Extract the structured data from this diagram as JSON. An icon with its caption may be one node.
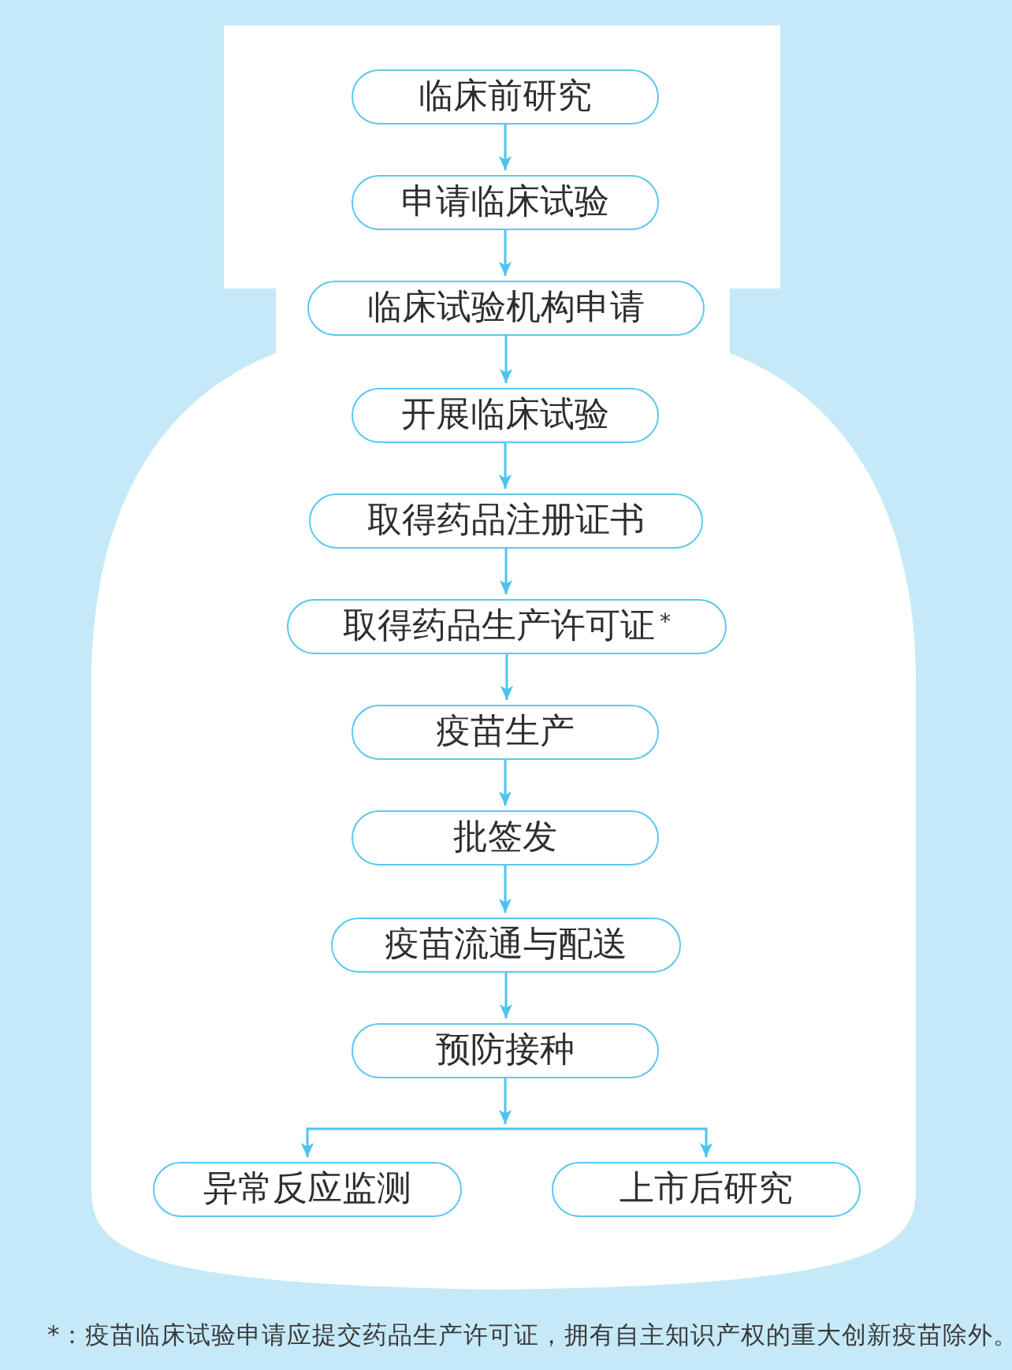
{
  "diagram": {
    "nodes": [
      {
        "text": [
          "临床前研究"
        ]
      },
      {
        "text": [
          "申请临床试验"
        ]
      },
      {
        "text": [
          "临床试验机构申请"
        ]
      },
      {
        "text": [
          "开展临床试验"
        ]
      },
      {
        "text": [
          "取得药品注册证书"
        ]
      },
      {
        "text": [
          "取得药品生产许可证$^{*}$"
        ]
      },
      {
        "text": [
          "疫苗生产"
        ]
      },
      {
        "text": [
          "批签发"
        ]
      },
      {
        "text": [
          "疫苗流通与配送"
        ]
      },
      {
        "text": [
          "预防接种"
        ]
      },
      {
        "text": [
          "异常反应监测"
        ]
      },
      {
        "text": [
          "上市后研究"
        ]
      }
    ],
    "edges": [
      {
        "from": 0,
        "to": 1,
        "arrow": "to"
      },
      {
        "from": 1,
        "to": 2,
        "arrow": "to"
      },
      {
        "from": 2,
        "to": 3,
        "arrow": "to"
      },
      {
        "from": 3,
        "to": 4,
        "arrow": "to"
      },
      {
        "from": 4,
        "to": 5,
        "arrow": "to"
      },
      {
        "from": 5,
        "to": 6,
        "arrow": "to"
      },
      {
        "from": 6,
        "to": 7,
        "arrow": "to"
      },
      {
        "from": 7,
        "to": 8,
        "arrow": "to"
      },
      {
        "from": 8,
        "to": 9,
        "arrow": "to"
      },
      {
        "from": 9,
        "to": 10,
        "arrow": "to"
      },
      {
        "from": 9,
        "to": 11,
        "arrow": "to"
      }
    ],
    "labels": [
      "*：疫苗临床试验申请应提交药品生产许可证，拥有自主知识产权的重大创新疫苗除外。"
    ]
  }
}
